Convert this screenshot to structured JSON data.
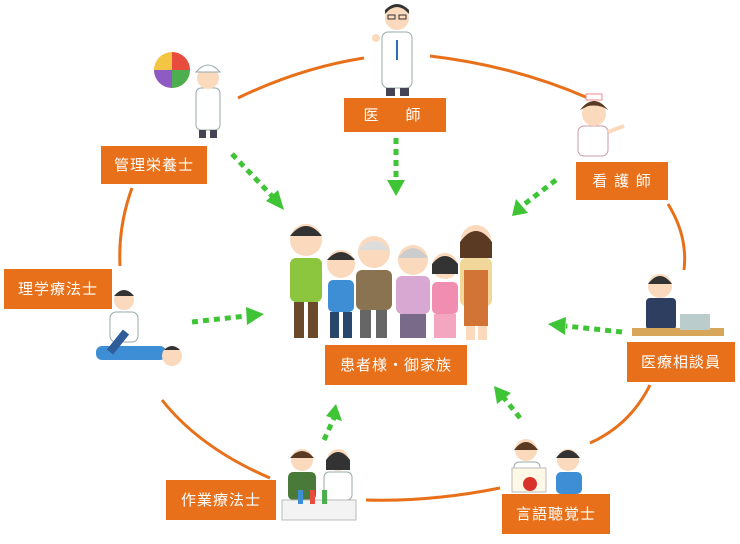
{
  "center": {
    "label": "患者様・御家族"
  },
  "roles": {
    "doctor": "医　師",
    "nurse": "看 護 師",
    "dietitian": "管理栄養士",
    "physio": "理学療法士",
    "counselor": "医療相談員",
    "occupational": "作業療法士",
    "speech": "言語聴覚士"
  },
  "colors": {
    "orange": "#e8701a",
    "arrow": "#3fc436",
    "skin": "#fbd9bd"
  }
}
